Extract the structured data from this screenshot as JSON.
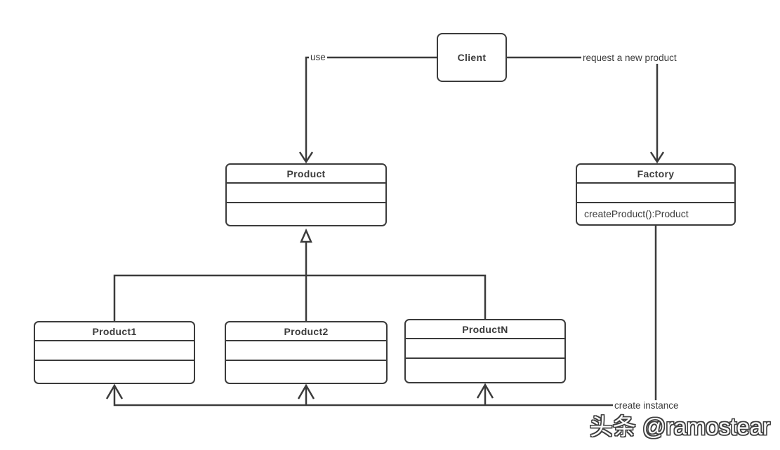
{
  "classes": {
    "client": {
      "name": "Client"
    },
    "product": {
      "name": "Product"
    },
    "factory": {
      "name": "Factory",
      "method": "createProduct():Product"
    },
    "product1": {
      "name": "Product1"
    },
    "product2": {
      "name": "Product2"
    },
    "productN": {
      "name": "ProductN"
    }
  },
  "edges": {
    "use_label": "use",
    "request_label": "request a new product",
    "create_label": "create instance"
  },
  "watermark": {
    "text": "头条 @ramostear"
  },
  "colors": {
    "line": "#3b3b3b",
    "background": "#ffffff"
  }
}
